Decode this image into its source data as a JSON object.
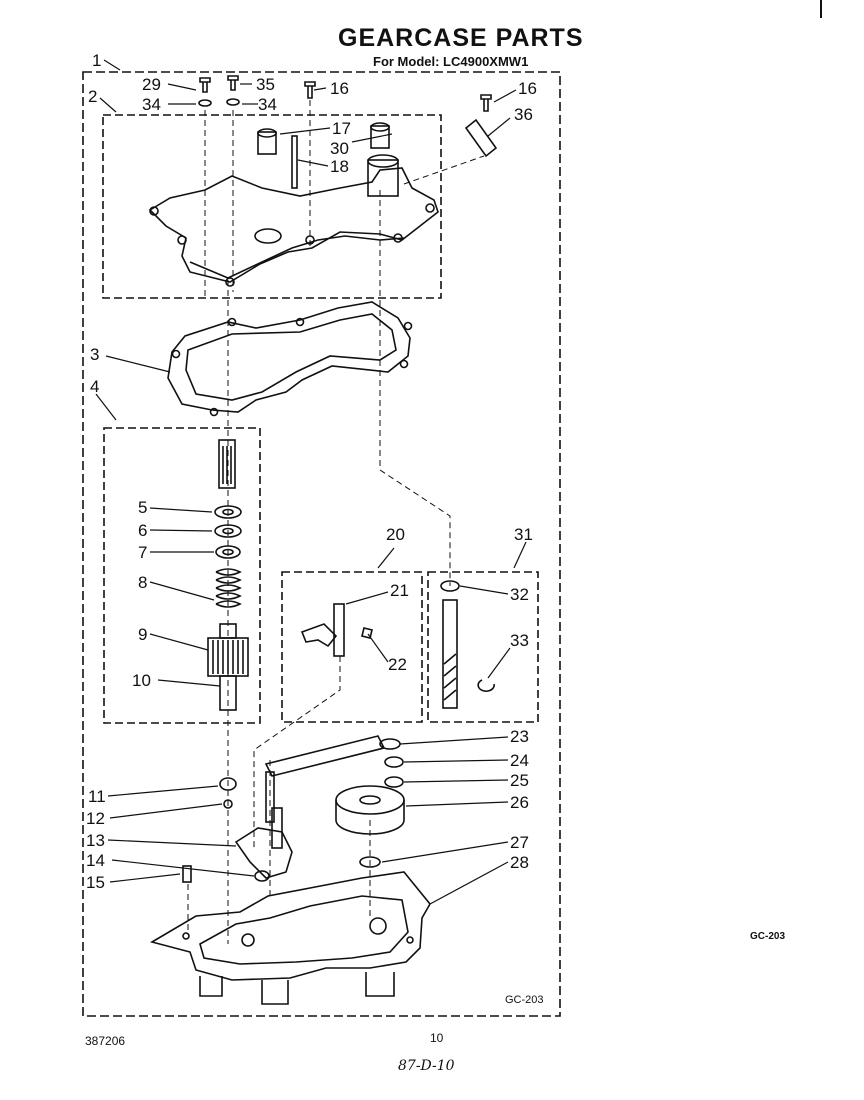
{
  "header": {
    "title": "GEARCASE PARTS",
    "subtitle": "For Model: LC4900XMW1"
  },
  "footer": {
    "code_outside": "GC-203",
    "code_inside": "GC-203",
    "doc_number": "387206",
    "page_number": "10",
    "handwritten": "87-D-10"
  },
  "callouts": {
    "c1": "1",
    "c2": "2",
    "c3": "3",
    "c4": "4",
    "c5": "5",
    "c6": "6",
    "c7": "7",
    "c8": "8",
    "c9": "9",
    "c10": "10",
    "c11": "11",
    "c12": "12",
    "c13": "13",
    "c14": "14",
    "c15": "15",
    "c16a": "16",
    "c16b": "16",
    "c17": "17",
    "c18": "18",
    "c20": "20",
    "c21": "21",
    "c22": "22",
    "c23": "23",
    "c24": "24",
    "c25": "25",
    "c26": "26",
    "c27": "27",
    "c28": "28",
    "c29": "29",
    "c30": "30",
    "c31": "31",
    "c32": "32",
    "c33": "33",
    "c34a": "34",
    "c34b": "34",
    "c35": "35",
    "c36": "36"
  }
}
